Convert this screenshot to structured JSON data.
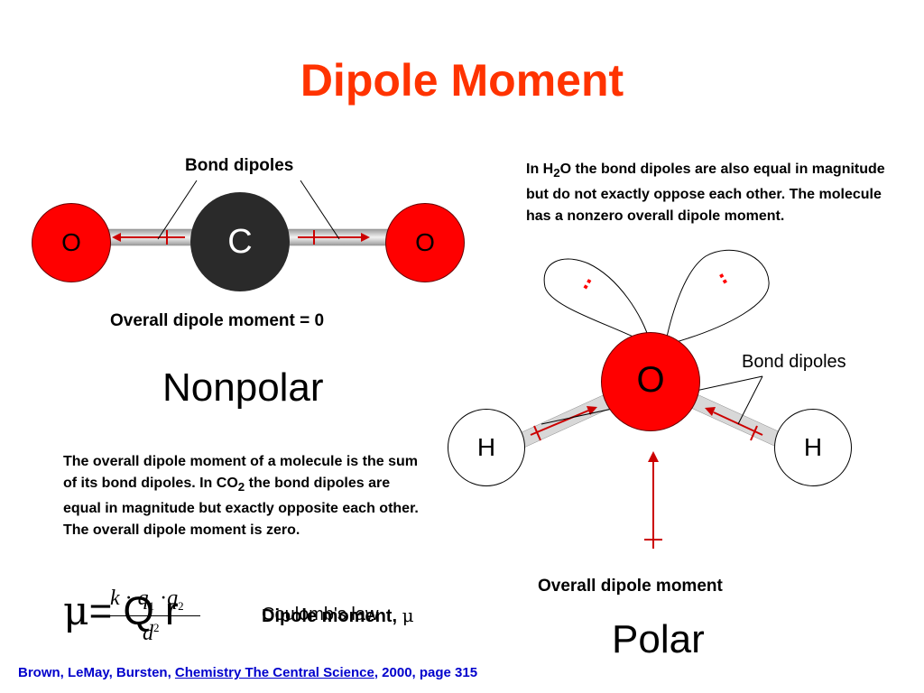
{
  "title": "Dipole Moment",
  "co2": {
    "bond_label": "Bond dipoles",
    "atoms": [
      "O",
      "C",
      "O"
    ],
    "overall": "Overall dipole moment = 0",
    "classification": "Nonpolar",
    "para_1": "The overall dipole moment of a molecule is the sum of its bond dipoles.  In CO",
    "para_sub": "2",
    "para_2": " the bond dipoles are equal in magnitude but exactly opposite each other.  The overall dipole moment is zero."
  },
  "h2o": {
    "para_1": "In H",
    "para_sub": "2",
    "para_2": "O the bond dipoles are also equal in magnitude but do not exactly oppose each other.  The molecule has a nonzero overall dipole moment.",
    "bond_label": "Bond dipoles",
    "atoms": [
      "O",
      "H",
      "H"
    ],
    "lone_pair_dots": [
      "..",
      ".."
    ],
    "overall": "Overall dipole moment",
    "classification": "Polar"
  },
  "formula": {
    "mu": "μ",
    "eq": "= Q r",
    "k": "k",
    "dot": "·",
    "q1": "q",
    "q1_sub": "1",
    "q2": "q",
    "q2_sub": "2",
    "d": "d",
    "d_sup": "2",
    "caption_dipole": "Dipole moment,",
    "caption_mu": "μ",
    "caption_coulomb": "Coulomb's law"
  },
  "citation": {
    "authors": "Brown, LeMay, Bursten, ",
    "book": "Chemistry The Central Science",
    "rest": ", 2000, page 315"
  },
  "colors": {
    "title": "#ff3300",
    "oxygen": "#ff0000",
    "carbon": "#2a2a2a",
    "arrow": "#cc0000",
    "citation": "#0000cc"
  }
}
